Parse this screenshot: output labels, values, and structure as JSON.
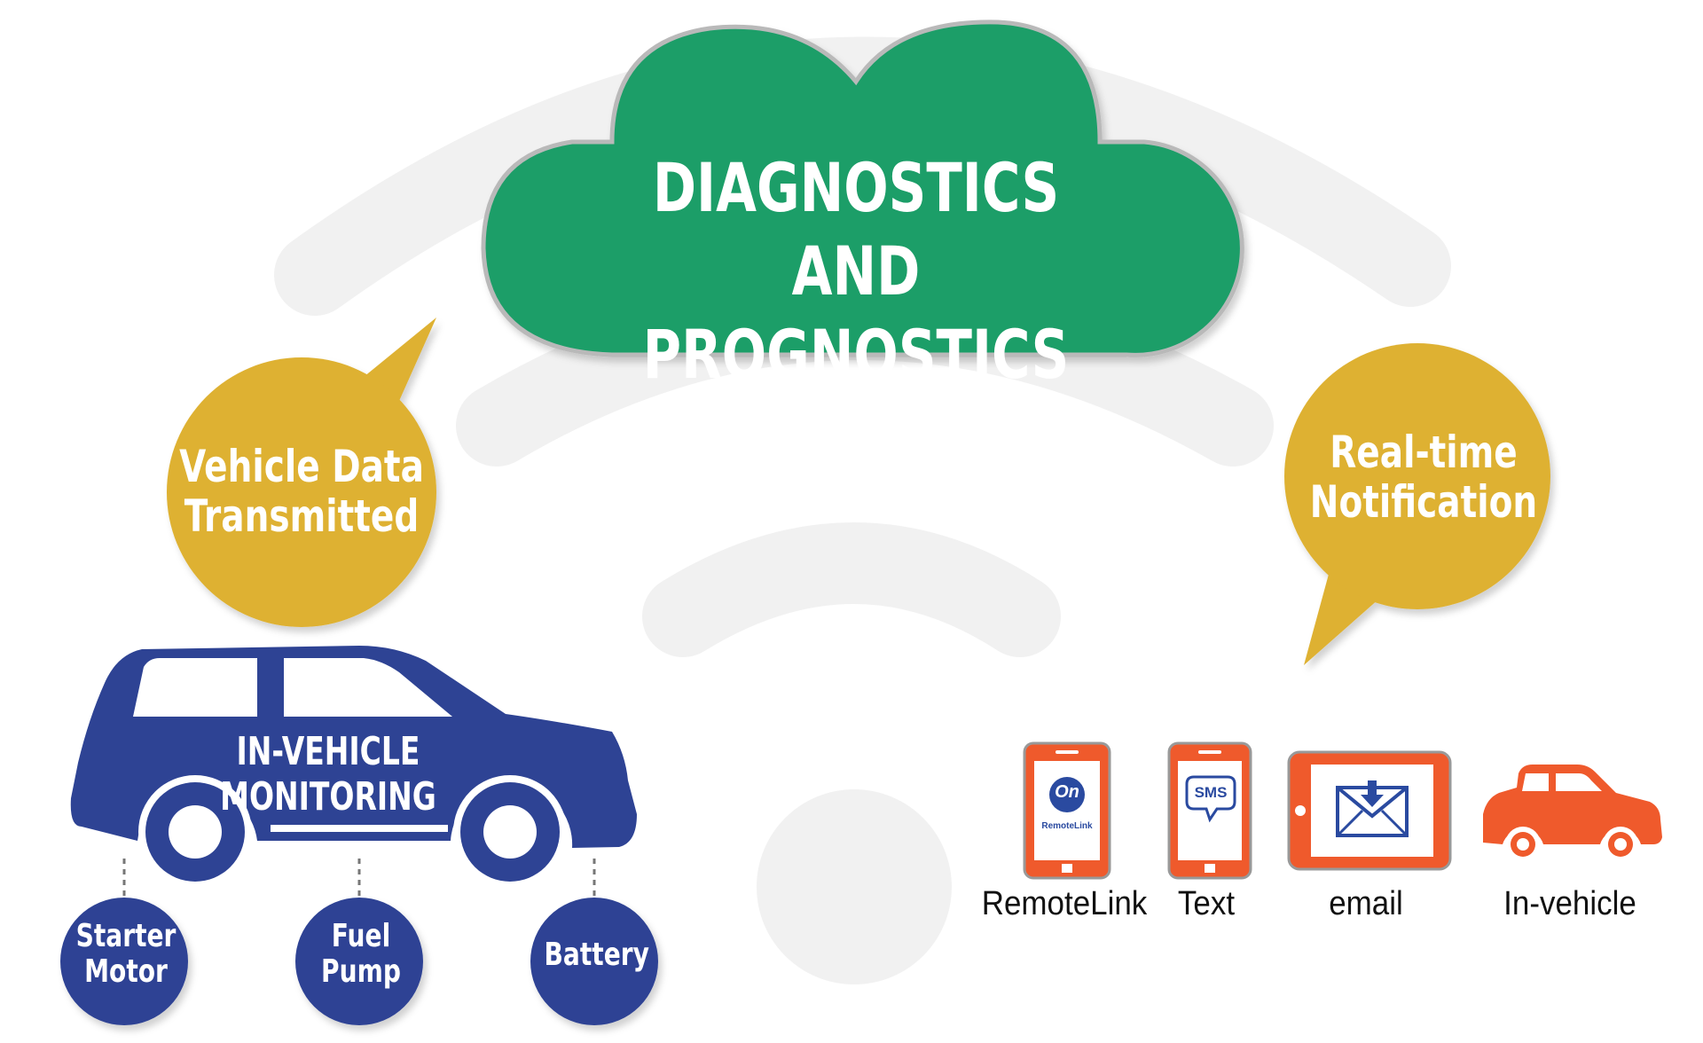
{
  "cloud": {
    "line1": "DIAGNOSTICS AND",
    "line2": "PROGNOSTICS"
  },
  "bubble_left": {
    "line1": "Vehicle Data",
    "line2": "Transmitted"
  },
  "bubble_right": {
    "line1": "Real-time",
    "line2": "Notification"
  },
  "vehicle": {
    "label": "IN-VEHICLE MONITORING"
  },
  "components": [
    {
      "line1": "Starter",
      "line2": "Motor"
    },
    {
      "line1": "Fuel",
      "line2": "Pump"
    },
    {
      "line1": "Battery",
      "line2": ""
    }
  ],
  "channels": [
    {
      "label": "RemoteLink",
      "icon": "phone-remotelink-icon"
    },
    {
      "label": "Text",
      "icon": "phone-sms-icon"
    },
    {
      "label": "email",
      "icon": "tablet-email-icon"
    },
    {
      "label": "In-vehicle",
      "icon": "car-icon"
    }
  ],
  "app_icons": {
    "onstar": "On",
    "remotelink_sub": "RemoteLink",
    "sms": "SMS"
  },
  "colors": {
    "cloud": "#1a9e68",
    "bubble": "#deb133",
    "vehicle": "#2e4394",
    "device": "#ef5a2c",
    "wifi": "#f1f1f1"
  }
}
